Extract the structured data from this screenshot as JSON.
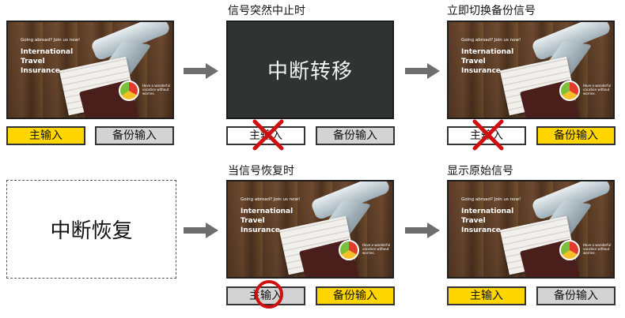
{
  "headings": {
    "interrupt": "信号突然中止时",
    "switch_backup": "立即切换备份信号",
    "recover": "当信号恢复时",
    "show_original": "显示原始信号"
  },
  "screen": {
    "small_text": "Going abroad? Join us now!",
    "big_text": "International\nTravel\nInsurance",
    "logo_text": "Have a wonderful vacation without worries."
  },
  "interrupt_transfer": "中断转移",
  "interrupt_recover": "中断恢复",
  "labels": {
    "main_input": "主输入",
    "backup_input": "备份输入"
  },
  "colors": {
    "active": "#ffd600",
    "inactive": "#d3d3d3",
    "lost": "#ffffff",
    "cross": "#d01010"
  }
}
